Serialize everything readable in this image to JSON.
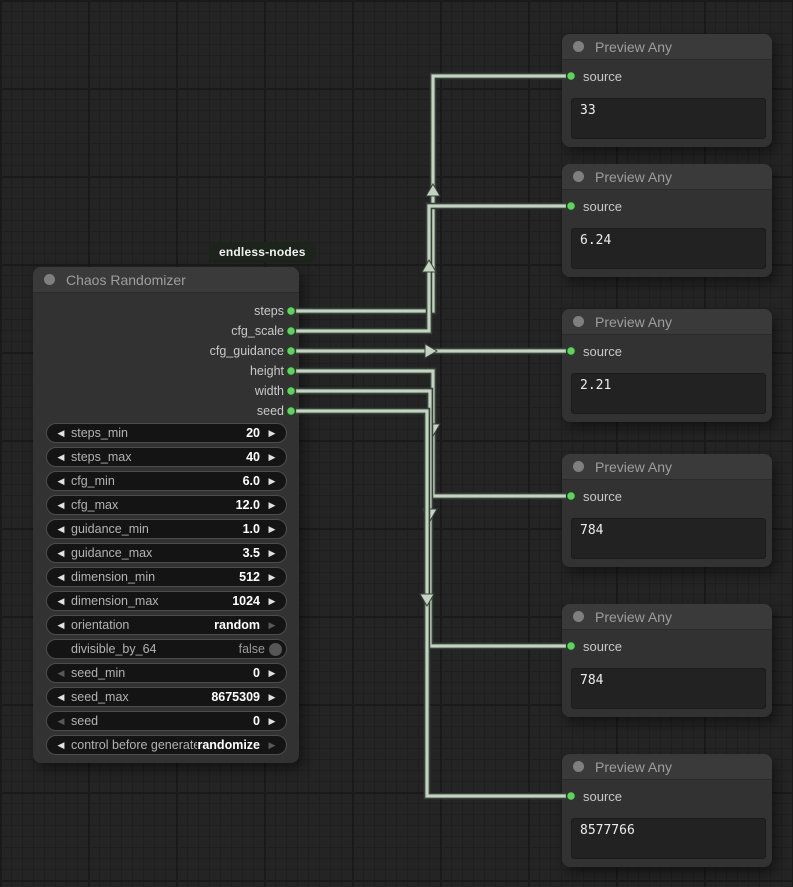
{
  "badge": {
    "label": "endless-nodes"
  },
  "icons": {
    "decrement": "◀",
    "increment": "▶"
  },
  "colors": {
    "port_green": "#5bd65b",
    "wire": "#c3d5c0",
    "badge_bg": "#1c241c"
  },
  "chaos_node": {
    "title": "Chaos Randomizer",
    "outputs": [
      "steps",
      "cfg_scale",
      "cfg_guidance",
      "height",
      "width",
      "seed"
    ],
    "widgets": [
      {
        "label": "steps_min",
        "value": "20",
        "type": "number"
      },
      {
        "label": "steps_max",
        "value": "40",
        "type": "number"
      },
      {
        "label": "cfg_min",
        "value": "6.0",
        "type": "number"
      },
      {
        "label": "cfg_max",
        "value": "12.0",
        "type": "number"
      },
      {
        "label": "guidance_min",
        "value": "1.0",
        "type": "number"
      },
      {
        "label": "guidance_max",
        "value": "3.5",
        "type": "number"
      },
      {
        "label": "dimension_min",
        "value": "512",
        "type": "number"
      },
      {
        "label": "dimension_max",
        "value": "1024",
        "type": "number"
      },
      {
        "label": "orientation",
        "value": "random",
        "type": "combo",
        "right_dim": true
      },
      {
        "label": "divisible_by_64",
        "value": "false",
        "type": "toggle"
      },
      {
        "label": "seed_min",
        "value": "0",
        "type": "number",
        "left_dim": true
      },
      {
        "label": "seed_max",
        "value": "8675309",
        "type": "number"
      },
      {
        "label": "seed",
        "value": "0",
        "type": "number",
        "left_dim": true
      },
      {
        "label": "control before generate",
        "value": "randomize",
        "type": "combo",
        "right_dim": true
      }
    ]
  },
  "preview_nodes": [
    {
      "title": "Preview Any",
      "input": "source",
      "value": "33"
    },
    {
      "title": "Preview Any",
      "input": "source",
      "value": "6.24"
    },
    {
      "title": "Preview Any",
      "input": "source",
      "value": "2.21"
    },
    {
      "title": "Preview Any",
      "input": "source",
      "value": "784"
    },
    {
      "title": "Preview Any",
      "input": "source",
      "value": "784"
    },
    {
      "title": "Preview Any",
      "input": "source",
      "value": "8577766"
    }
  ]
}
